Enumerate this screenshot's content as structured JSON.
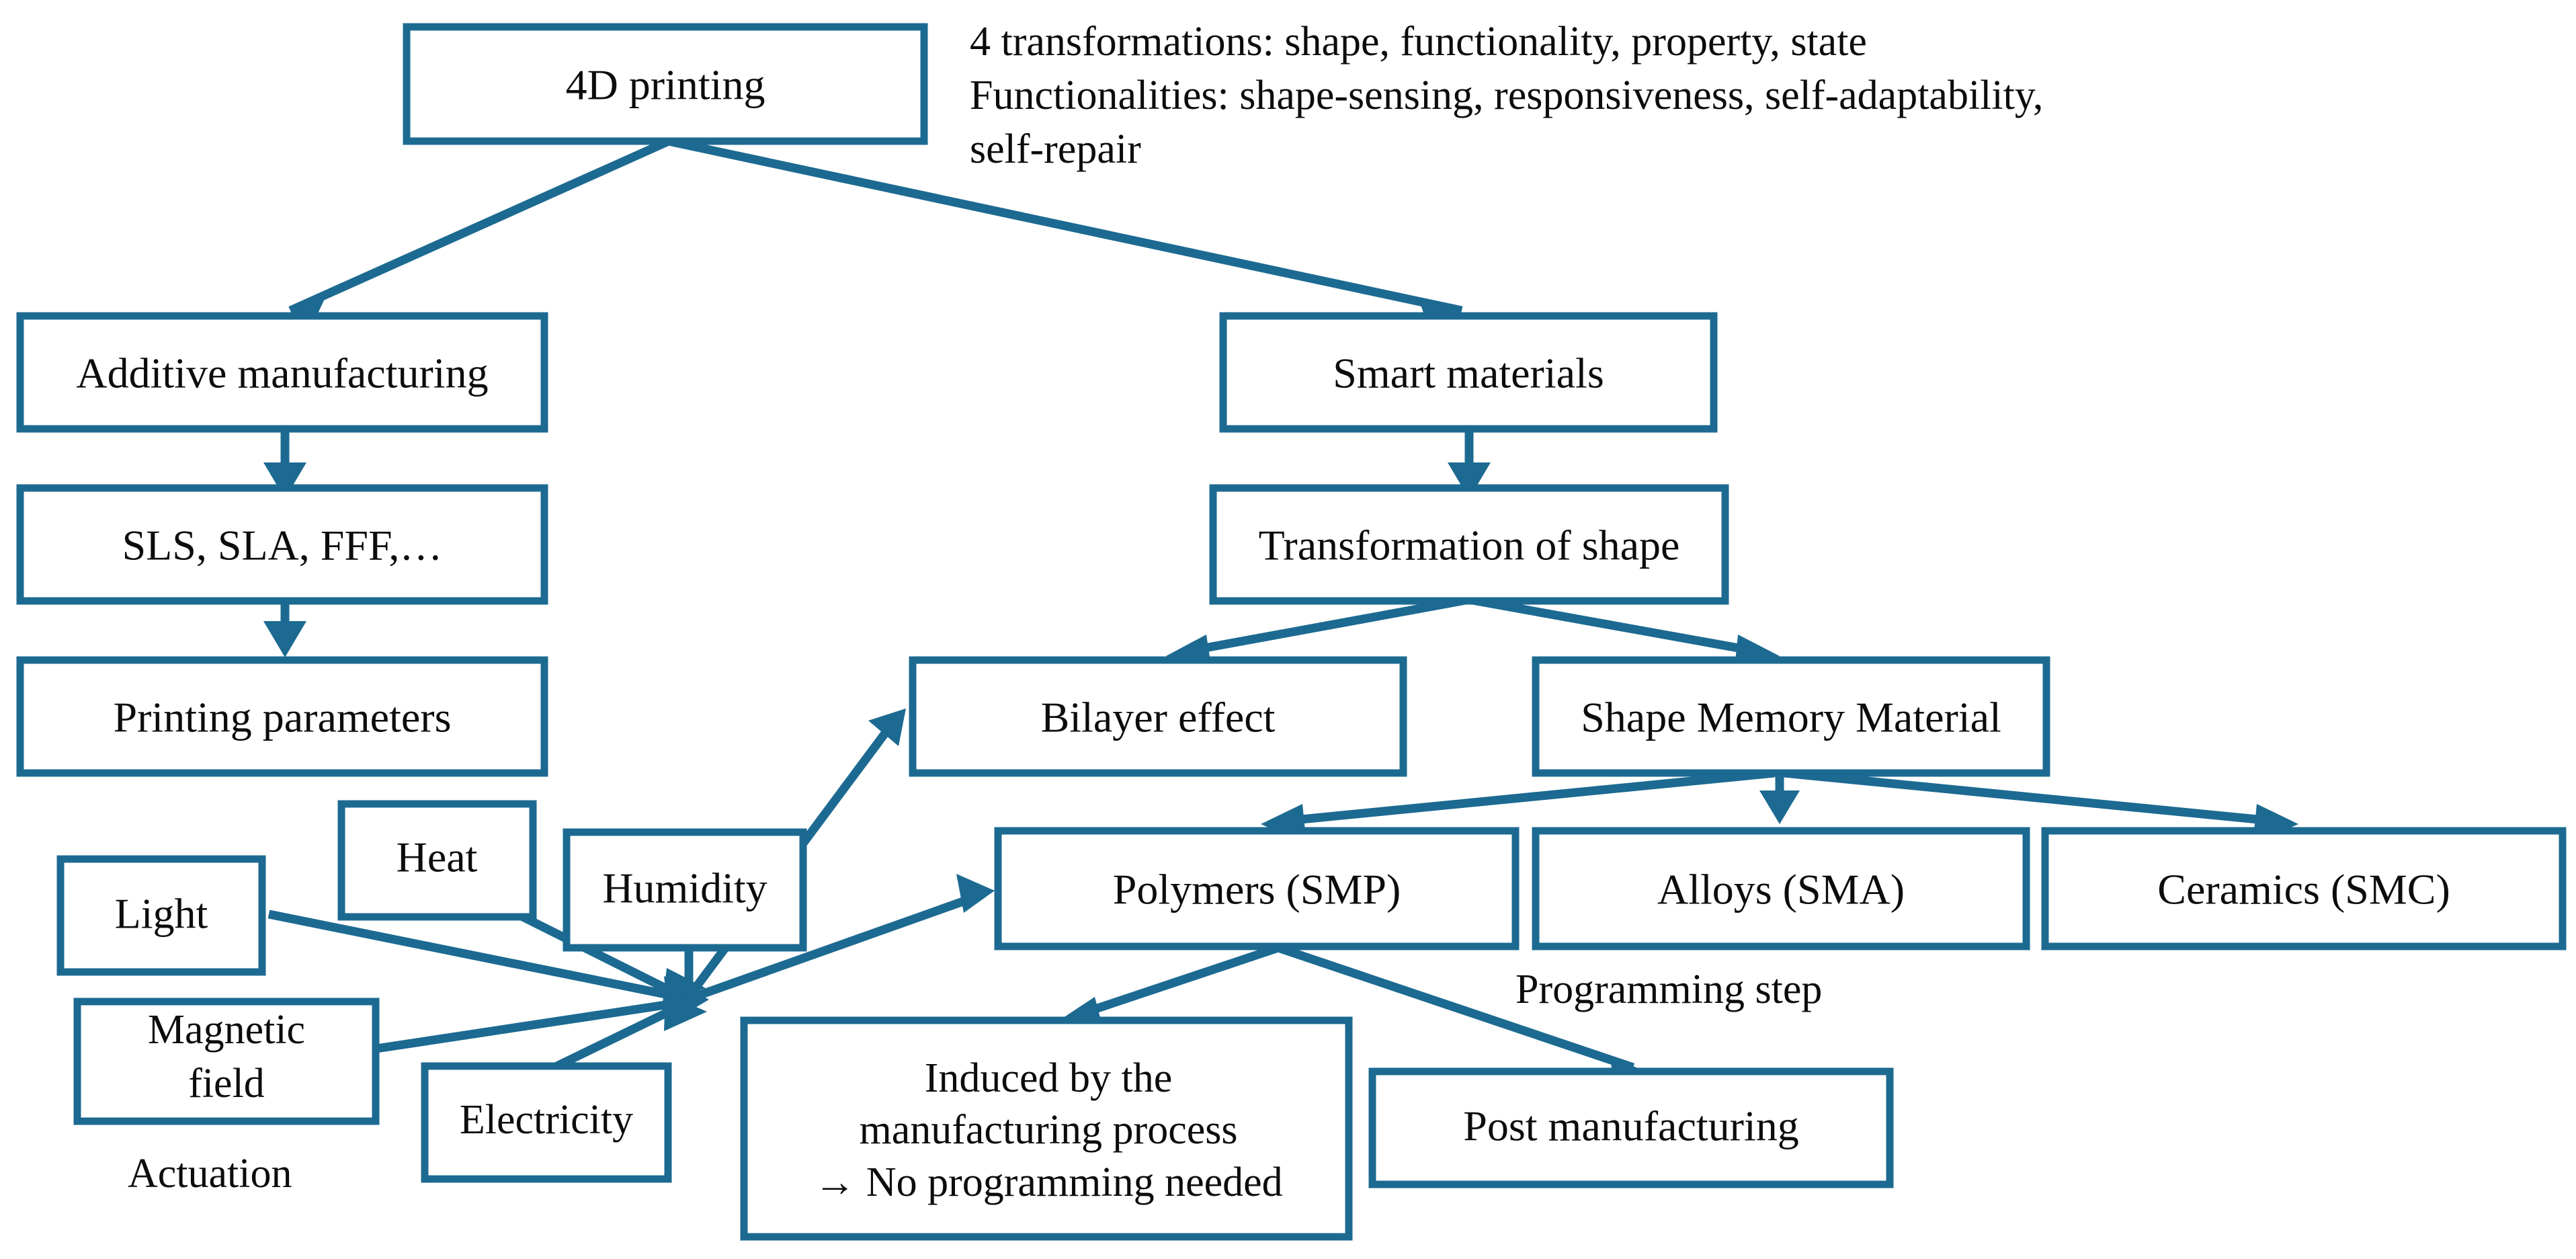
{
  "figure": {
    "type": "flowchart",
    "accent_color": "#1C6A91",
    "text_color": "#0c0c0c",
    "background_color": "#ffffff"
  },
  "annotations": {
    "transformations_line": "4 transformations: shape, functionality, property, state",
    "functionalities_line_1": "Functionalities: shape-sensing, responsiveness, self-adaptability,",
    "functionalities_line_2": "self-repair",
    "actuation_label": "Actuation",
    "programming_step_label": "Programming step"
  },
  "nodes": {
    "root": "4D printing",
    "additive_manufacturing": "Additive manufacturing",
    "processes": "SLS, SLA, FFF,…",
    "printing_parameters": "Printing parameters",
    "smart_materials": "Smart materials",
    "transformation_of_shape": "Transformation of shape",
    "bilayer_effect": "Bilayer effect",
    "shape_memory_material": "Shape Memory Material",
    "polymers": "Polymers (SMP)",
    "alloys": "Alloys (SMA)",
    "ceramics": "Ceramics (SMC)",
    "light": "Light",
    "heat": "Heat",
    "humidity": "Humidity",
    "magnetic_field_line1": "Magnetic",
    "magnetic_field_line2": "field",
    "electricity": "Electricity",
    "induced_line1": "Induced by the",
    "induced_line2": "manufacturing process",
    "induced_line3": "→ No programming needed",
    "post_manufacturing": "Post manufacturing"
  }
}
